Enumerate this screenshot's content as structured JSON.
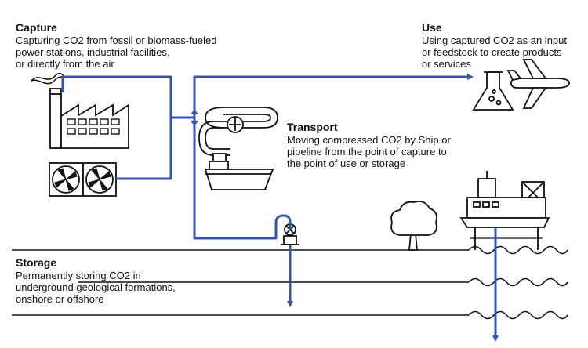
{
  "capture": {
    "title": "Capture",
    "lines": [
      "Capturing CO2 from fossil or biomass-fueled",
      "power stations, industrial facilities,",
      "or directly from the air"
    ]
  },
  "use": {
    "title": "Use",
    "lines": [
      "Using captured CO2 as an input",
      "or feedstock to create products",
      "or services"
    ]
  },
  "transport": {
    "title": "Transport",
    "lines": [
      "Moving compressed CO2 by Ship or",
      "pipeline from the point of capture to",
      "the point of use or storage"
    ]
  },
  "storage": {
    "title": "Storage",
    "lines": [
      "Permanently storing CO2 in",
      "underground geological formations,",
      "onshore or offshore"
    ]
  },
  "colors": {
    "flow": "#3552b4",
    "ink": "#111111"
  },
  "icons": [
    "smoke-icon",
    "factory-icon",
    "fan-icon",
    "pipeline-icon",
    "valve-icon",
    "ship-icon",
    "flask-icon",
    "airplane-icon",
    "tree-icon",
    "wellhead-icon",
    "offshore-platform-icon",
    "wave-icon"
  ]
}
